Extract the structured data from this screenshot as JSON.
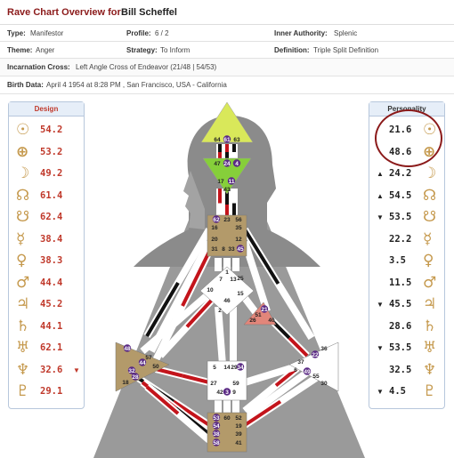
{
  "header": {
    "title_label": "Rave Chart Overview for:",
    "title_name": "Bill Scheffel"
  },
  "info": {
    "type_label": "Type:",
    "type_value": "Manifestor",
    "profile_label": "Profile:",
    "profile_value": "6 / 2",
    "authority_label": "Inner Authority:",
    "authority_value": "Splenic",
    "theme_label": "Theme:",
    "theme_value": "Anger",
    "strategy_label": "Strategy:",
    "strategy_value": "To Inform",
    "definition_label": "Definition:",
    "definition_value": "Triple Split Definition",
    "cross_label": "Incarnation Cross:",
    "cross_value": "Left Angle Cross of Endeavor (21/48 | 54/53)",
    "birth_label": "Birth Data:",
    "birth_value": "April 4 1954 at 8:28 PM , San Francisco, USA - California"
  },
  "design": {
    "title": "Design",
    "rows": [
      {
        "glyph": "sun-glyph",
        "sym": "☉",
        "value": "54.2",
        "arrow": ""
      },
      {
        "glyph": "earth-glyph",
        "sym": "⊕",
        "value": "53.2",
        "arrow": ""
      },
      {
        "glyph": "moon-glyph",
        "sym": "☽",
        "value": "49.2",
        "arrow": ""
      },
      {
        "glyph": "north-node-glyph",
        "sym": "☊",
        "value": "61.4",
        "arrow": ""
      },
      {
        "glyph": "south-node-glyph",
        "sym": "☋",
        "value": "62.4",
        "arrow": ""
      },
      {
        "glyph": "mercury-glyph",
        "sym": "☿",
        "value": "38.4",
        "arrow": ""
      },
      {
        "glyph": "venus-glyph",
        "sym": "♀",
        "value": "38.3",
        "arrow": ""
      },
      {
        "glyph": "mars-glyph",
        "sym": "♂",
        "value": "44.4",
        "arrow": ""
      },
      {
        "glyph": "jupiter-glyph",
        "sym": "♃",
        "value": "45.2",
        "arrow": ""
      },
      {
        "glyph": "saturn-glyph",
        "sym": "♄",
        "value": "44.1",
        "arrow": ""
      },
      {
        "glyph": "uranus-glyph",
        "sym": "♅",
        "value": "62.1",
        "arrow": ""
      },
      {
        "glyph": "neptune-glyph",
        "sym": "♆",
        "value": "32.6",
        "arrow": "▼"
      },
      {
        "glyph": "pluto-glyph",
        "sym": "♇",
        "value": "29.1",
        "arrow": ""
      }
    ]
  },
  "personality": {
    "title": "Personality",
    "rows": [
      {
        "glyph": "sun-glyph",
        "sym": "☉",
        "value": "21.6",
        "arrow": ""
      },
      {
        "glyph": "earth-glyph",
        "sym": "⊕",
        "value": "48.6",
        "arrow": ""
      },
      {
        "glyph": "moon-glyph",
        "sym": "☽",
        "value": "24.2",
        "arrow": "▲"
      },
      {
        "glyph": "north-node-glyph",
        "sym": "☊",
        "value": "54.5",
        "arrow": "▲"
      },
      {
        "glyph": "south-node-glyph",
        "sym": "☋",
        "value": "53.5",
        "arrow": "▼"
      },
      {
        "glyph": "mercury-glyph",
        "sym": "☿",
        "value": "22.2",
        "arrow": ""
      },
      {
        "glyph": "venus-glyph",
        "sym": "♀",
        "value": "3.5",
        "arrow": ""
      },
      {
        "glyph": "mars-glyph",
        "sym": "♂",
        "value": "11.5",
        "arrow": ""
      },
      {
        "glyph": "jupiter-glyph",
        "sym": "♃",
        "value": "45.5",
        "arrow": "▼"
      },
      {
        "glyph": "saturn-glyph",
        "sym": "♄",
        "value": "28.6",
        "arrow": ""
      },
      {
        "glyph": "uranus-glyph",
        "sym": "♅",
        "value": "53.5",
        "arrow": "▼"
      },
      {
        "glyph": "neptune-glyph",
        "sym": "♆",
        "value": "32.5",
        "arrow": ""
      },
      {
        "glyph": "pluto-glyph",
        "sym": "♇",
        "value": "4.5",
        "arrow": "▼"
      }
    ]
  },
  "bodygraph": {
    "head_gates": [
      "64",
      "61",
      "63"
    ],
    "ajna_gates": [
      "47",
      "24",
      "4",
      "17",
      "11",
      "43"
    ],
    "throat_gates": [
      "62",
      "23",
      "56",
      "16",
      "35",
      "20",
      "12",
      "31",
      "8",
      "33",
      "45"
    ],
    "g_gates": [
      "1",
      "7",
      "13",
      "10",
      "15",
      "46",
      "2",
      "25"
    ],
    "heart_gates": [
      "21",
      "51",
      "26",
      "40"
    ],
    "spleen_gates": [
      "48",
      "57",
      "44",
      "50",
      "32",
      "28",
      "18"
    ],
    "sacral_gates": [
      "5",
      "14",
      "29",
      "34",
      "27",
      "59",
      "42",
      "3",
      "9"
    ],
    "solar_gates": [
      "36",
      "22",
      "37",
      "6",
      "49",
      "55",
      "30"
    ],
    "root_gates": [
      "53",
      "60",
      "52",
      "54",
      "19",
      "38",
      "39",
      "58",
      "41"
    ],
    "colors": {
      "head": "#d9e85a",
      "ajna": "#86cf3a",
      "defined": "#b39a6a",
      "heart": "#e2867a",
      "red": "#c3141b",
      "black": "#111111",
      "grey": "#8c8c8c"
    }
  }
}
